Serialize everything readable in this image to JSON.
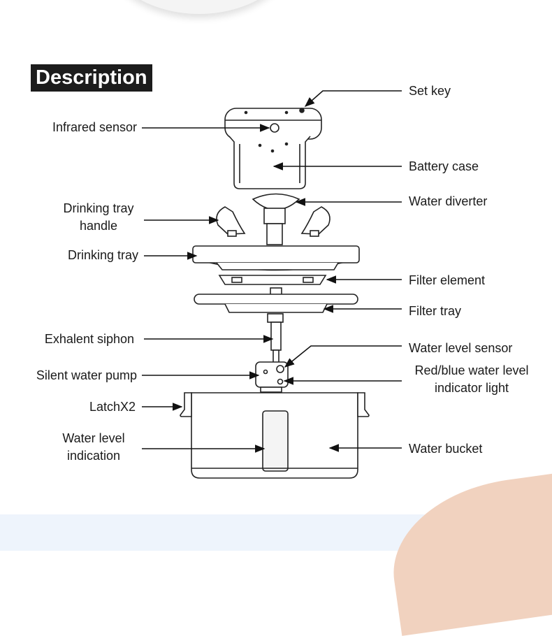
{
  "title": "Description",
  "labels": {
    "set_key": "Set key",
    "infrared_sensor": "Infrared sensor",
    "battery_case": "Battery case",
    "water_diverter": "Water diverter",
    "drinking_tray_handle_1": "Drinking tray",
    "drinking_tray_handle_2": "handle",
    "drinking_tray": "Drinking tray",
    "filter_element": "Filter element",
    "filter_tray": "Filter tray",
    "exhalent_siphon": "Exhalent siphon",
    "water_level_sensor": "Water level sensor",
    "silent_water_pump": "Silent water pump",
    "indicator_light_1": "Red/blue water level",
    "indicator_light_2": "indicator light",
    "latch": "LatchX2",
    "water_level_indication_1": "Water level",
    "water_level_indication_2": "indication",
    "water_bucket": "Water bucket"
  }
}
